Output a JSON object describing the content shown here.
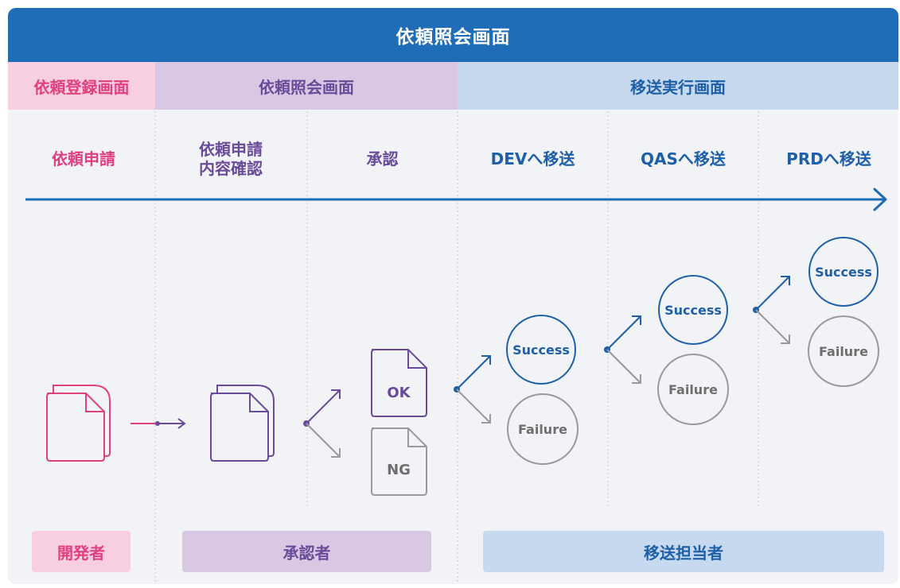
{
  "header": {
    "title": "依頼照会画面"
  },
  "sections": {
    "registration": "依頼登録画面",
    "inquiry": "依頼照会画面",
    "migration": "移送実行画面"
  },
  "steps": {
    "request": "依頼申請",
    "confirm_line1": "依頼申請",
    "confirm_line2": "内容確認",
    "approve": "承認",
    "dev": "DEVへ移送",
    "qas": "QASへ移送",
    "prd": "PRDへ移送"
  },
  "documents": {
    "ok": "OK",
    "ng": "NG"
  },
  "outcomes": {
    "success": "Success",
    "failure": "Failure"
  },
  "roles": {
    "developer": "開発者",
    "approver": "承認者",
    "migration_owner": "移送担当者"
  },
  "colors": {
    "header_blue": "#1f6db7",
    "pink": "#e0407f",
    "purple": "#6a4b9a",
    "blue": "#1d5fa8",
    "gray": "#9a9a9a",
    "panel_bg": "#f2f3f7"
  }
}
